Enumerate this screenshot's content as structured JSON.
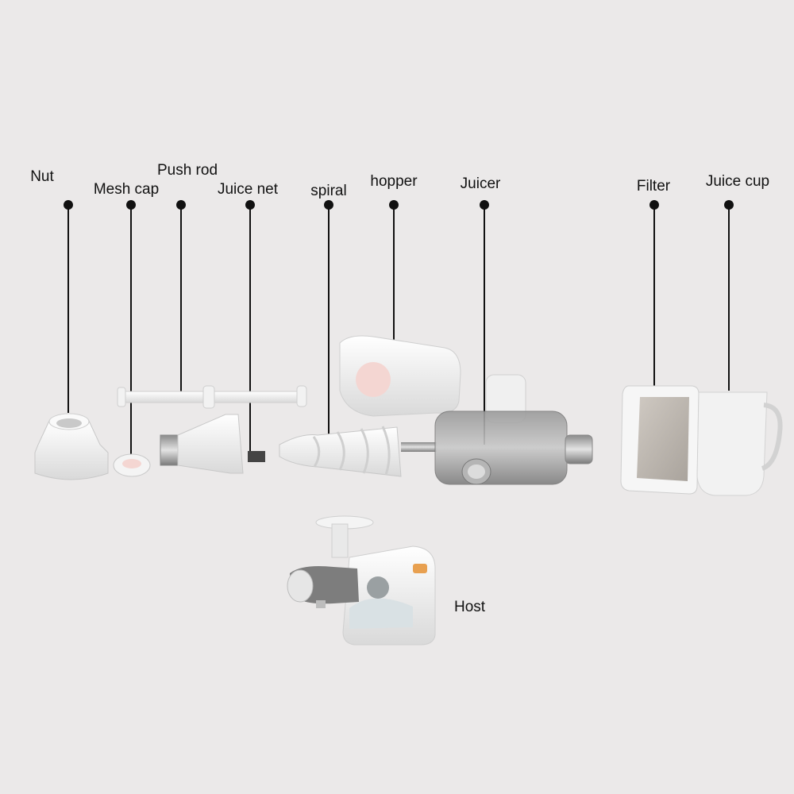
{
  "colors": {
    "background": "#ebe9e9",
    "leader": "#111111",
    "part_white": "#f7f7f7",
    "part_shadow": "#cfcfcf",
    "clear_grey": "#8c8c8c",
    "filter_mesh": "#bdb7b0",
    "accent_orange": "#e8a050",
    "accent_pink": "#f4d6d2"
  },
  "labels": {
    "nut": "Nut",
    "mesh_cap": "Mesh cap",
    "push_rod": "Push rod",
    "juice_net": "Juice net",
    "spiral": "spiral",
    "hopper": "hopper",
    "juicer": "Juicer",
    "filter": "Filter",
    "juice_cup": "Juice cup",
    "host": "Host"
  }
}
